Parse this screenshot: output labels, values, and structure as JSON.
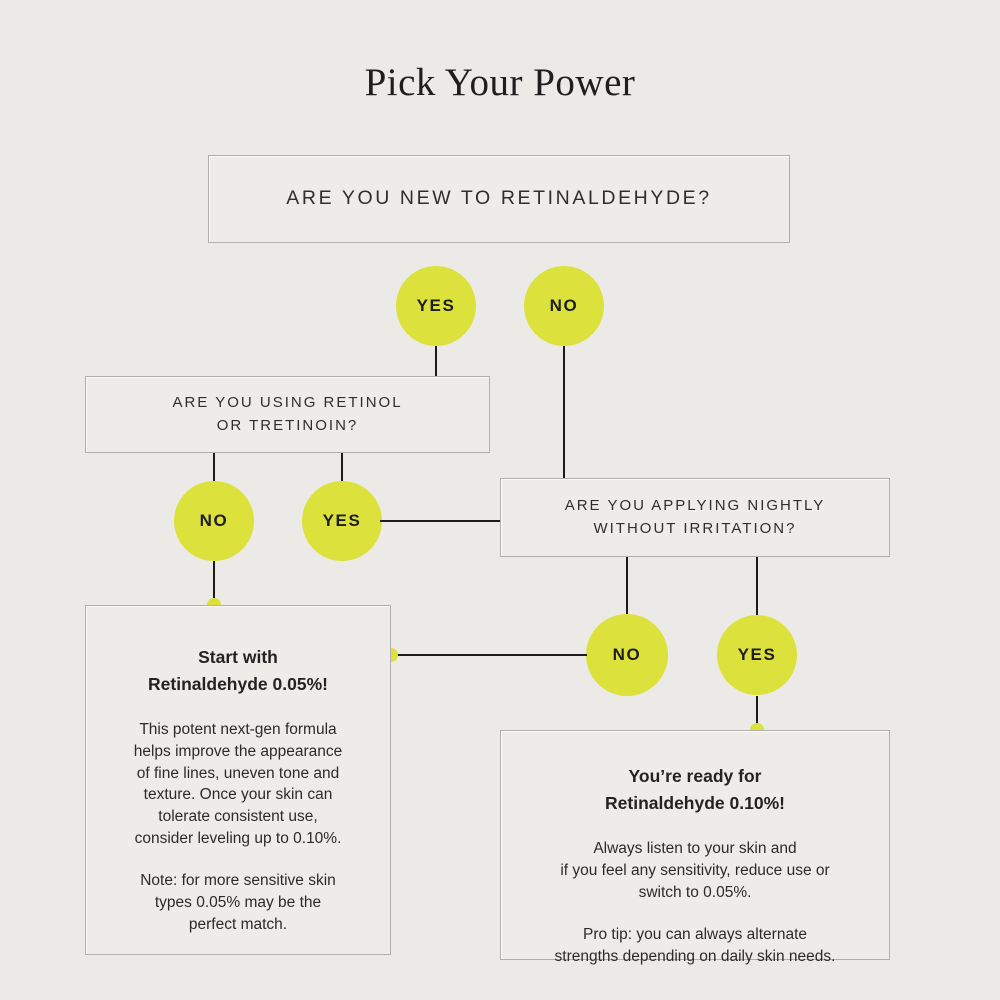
{
  "page": {
    "title": "Pick Your Power"
  },
  "colors": {
    "background": "#EBEAE7",
    "box_fill": "#EDECE9",
    "box_border": "#B0AFAC",
    "accent_yellow": "#DCE13B",
    "line": "#1B1B1B",
    "text": "#2B2B2B"
  },
  "flow": {
    "root_question": "ARE YOU NEW TO RETINALDEHYDE?",
    "root_yes": "YES",
    "root_no": "NO",
    "retinol_question": "ARE YOU USING RETINOL\nOR TRETINOIN?",
    "retinol_no": "NO",
    "retinol_yes": "YES",
    "nightly_question": "ARE YOU APPLYING NIGHTLY\nWITHOUT IRRITATION?",
    "nightly_no": "NO",
    "nightly_yes": "YES",
    "result_005": {
      "title": "Start with\nRetinaldehyde 0.05%!",
      "body": "This potent next-gen formula\nhelps improve the appearance\nof fine lines, uneven tone and\ntexture. Once your skin can\ntolerate consistent use,\nconsider leveling up to 0.10%.",
      "note": "Note: for more sensitive skin\ntypes 0.05% may be the\nperfect match."
    },
    "result_010": {
      "title": "You’re ready for\nRetinaldehyde 0.10%!",
      "body": "Always listen to your skin and\nif you feel any sensitivity, reduce use or\nswitch to 0.05%.",
      "note": "Pro tip: you can always alternate\nstrengths depending on daily skin needs."
    }
  }
}
